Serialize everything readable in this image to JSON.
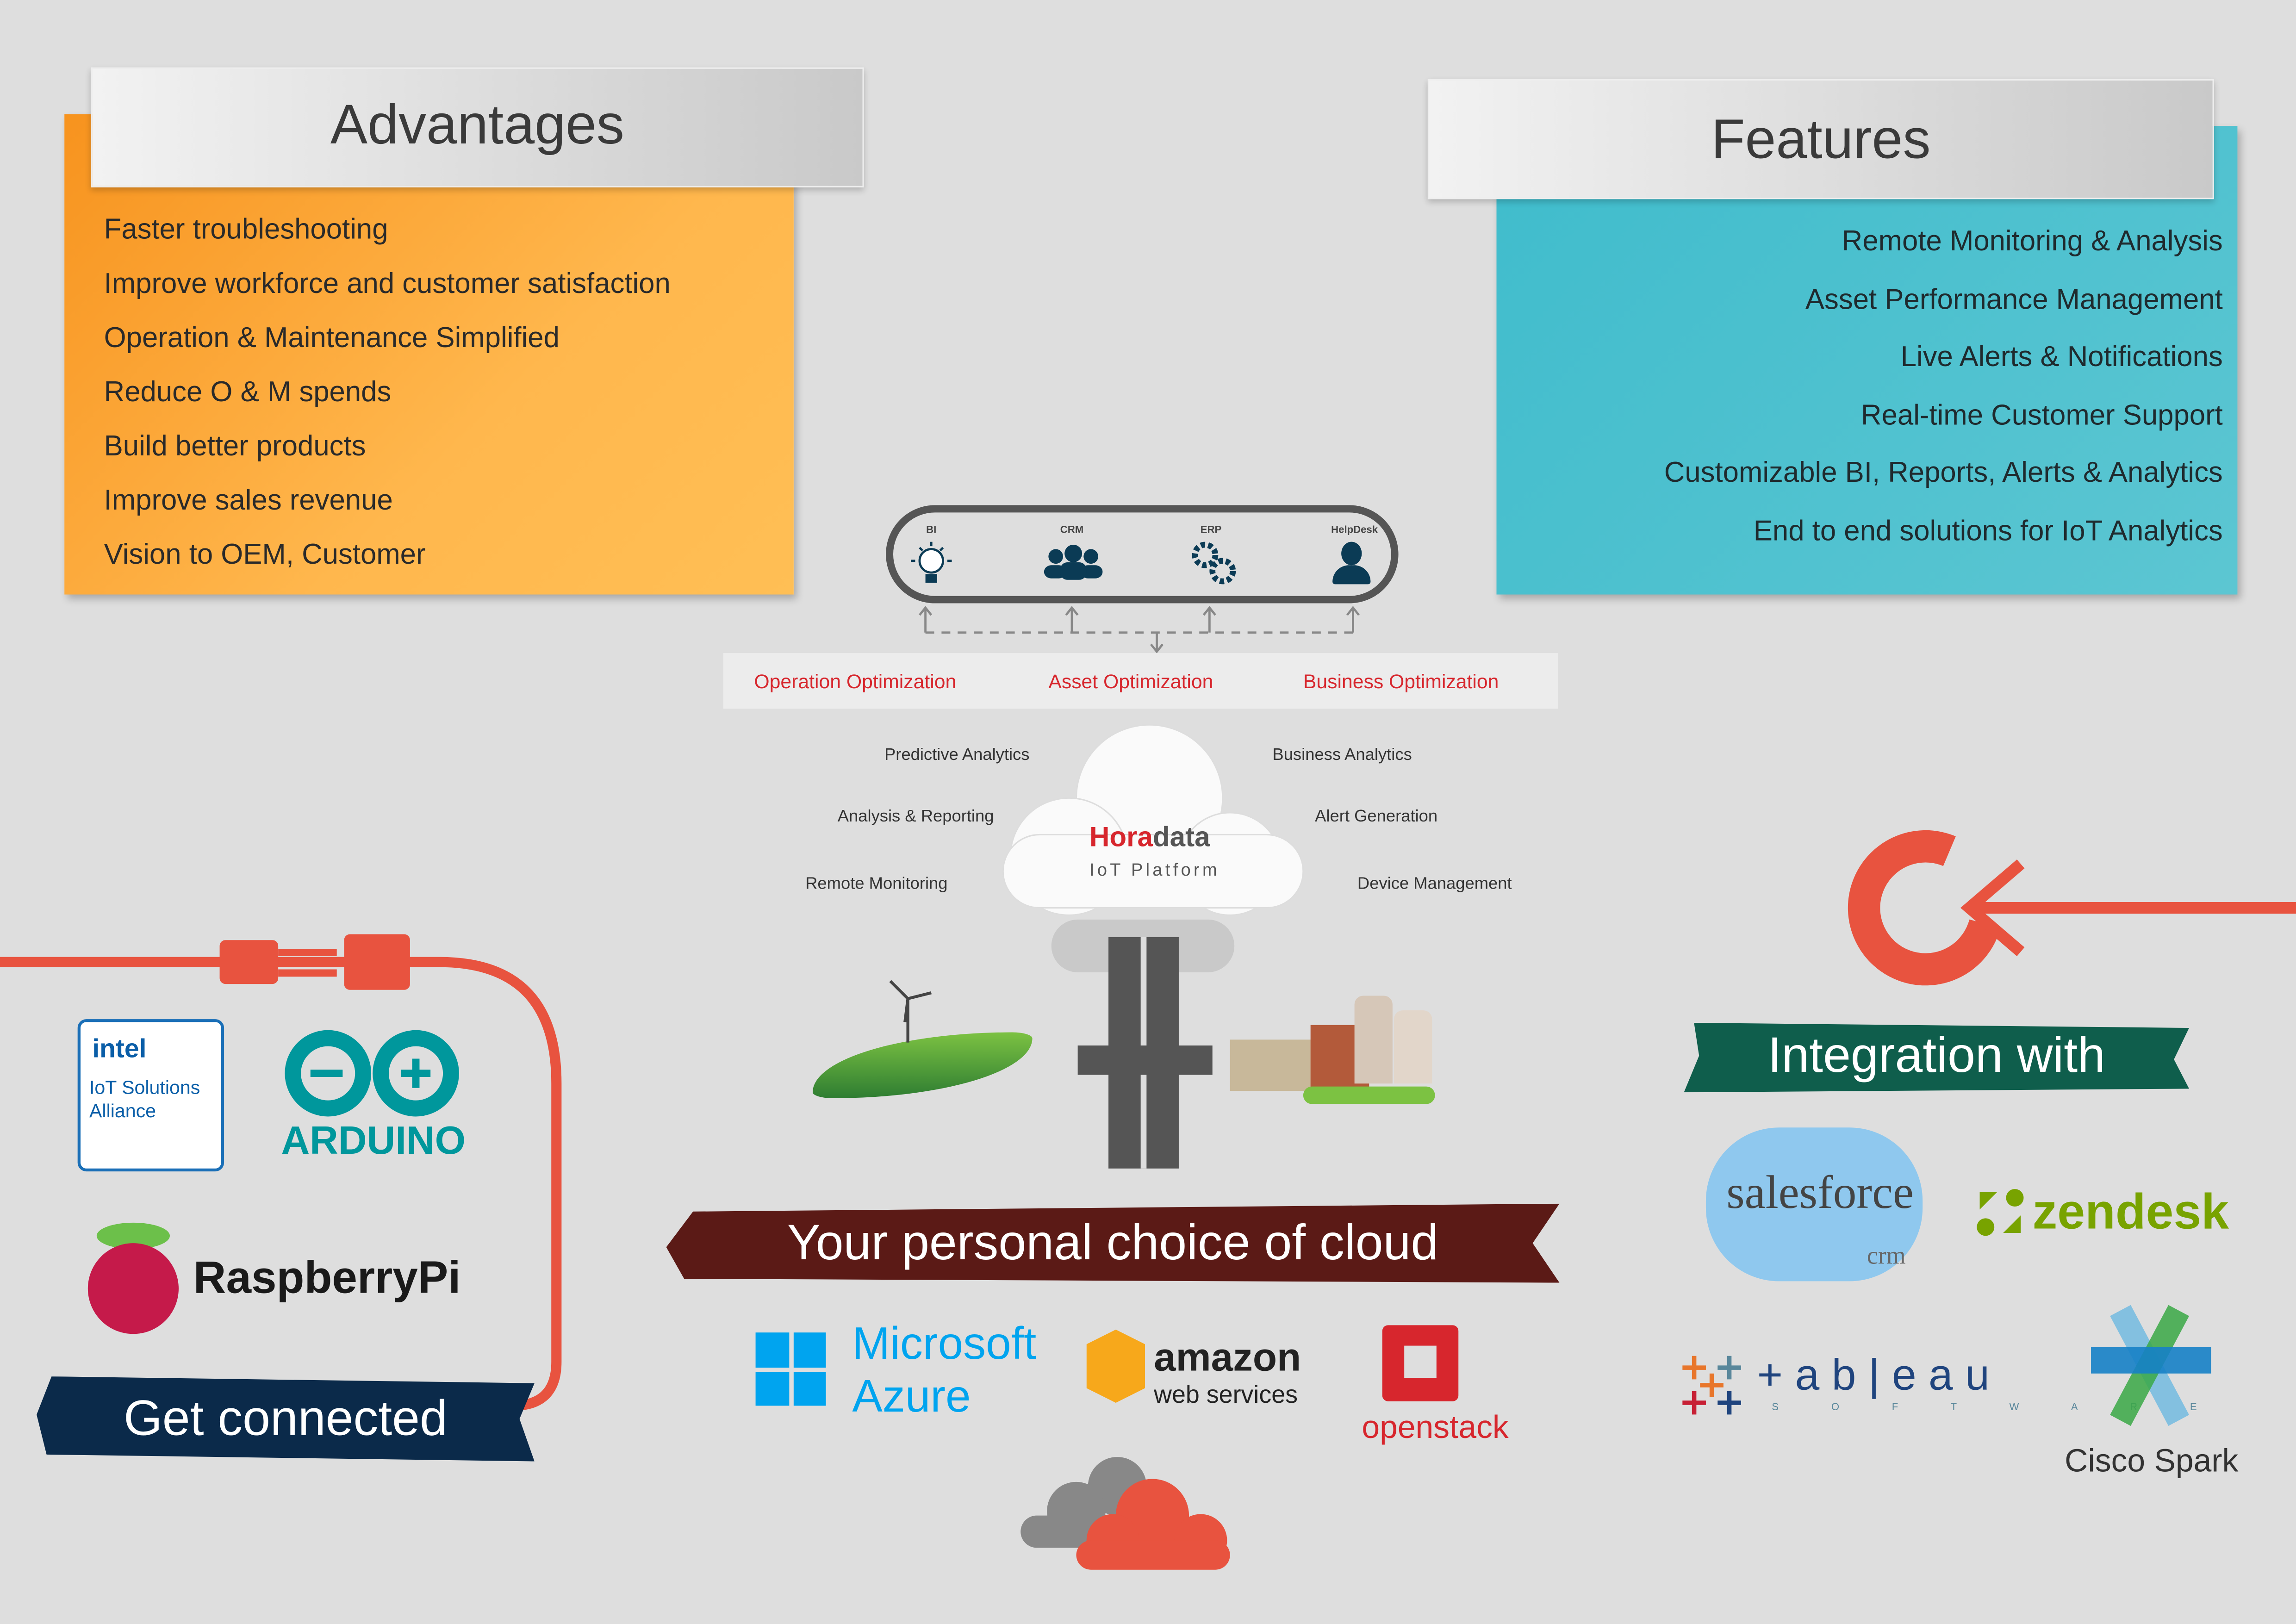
{
  "advantages": {
    "title": "Advantages",
    "items": [
      "Faster troubleshooting",
      "Improve workforce and customer satisfaction",
      "Operation & Maintenance Simplified",
      "Reduce O & M spends",
      "Build better products",
      "Improve sales revenue",
      "Vision to OEM, Customer"
    ]
  },
  "features": {
    "title": "Features",
    "items": [
      "Remote Monitoring & Analysis",
      "Asset Performance Management",
      "Live Alerts & Notifications",
      "Real-time Customer Support",
      "Customizable BI, Reports, Alerts & Analytics",
      "End to end solutions for IoT Analytics"
    ]
  },
  "systems": [
    "BI",
    "CRM",
    "ERP",
    "HelpDesk"
  ],
  "optimizations": [
    "Operation Optimization",
    "Asset Optimization",
    "Business Optimization"
  ],
  "left_capabilities": [
    "Predictive Analytics",
    "Analysis & Reporting",
    "Remote Monitoring"
  ],
  "right_capabilities": [
    "Business Analytics",
    "Alert Generation",
    "Device Management"
  ],
  "platform": {
    "brand_a": "Hora",
    "brand_b": "data",
    "subtitle": "IoT Platform"
  },
  "cloud_banner": "Your personal choice of cloud",
  "clouds": {
    "azure_a": "Microsoft",
    "azure_b": "Azure",
    "amazon_a": "amazon",
    "amazon_b": "web services",
    "openstack": "openstack"
  },
  "integration": {
    "title": "Integration with",
    "salesforce": "salesforce",
    "crm": "crm",
    "zendesk": "zendesk",
    "tableau": "+ a b | e a u",
    "tableau_sub": "S O F T W A R E",
    "cisco": "Cisco Spark"
  },
  "connected": {
    "title": "Get connected",
    "intel_a": "intel",
    "intel_b": "IoT Solutions",
    "intel_c": "Alliance",
    "arduino": "ARDUINO",
    "raspberry": "RaspberryPi"
  },
  "colors": {
    "orange": "#f7931e",
    "teal": "#4fc2cf",
    "red": "#e8533f",
    "navy": "#0b2a4a",
    "maroon": "#5b1a16",
    "green": "#0f5e4c"
  }
}
